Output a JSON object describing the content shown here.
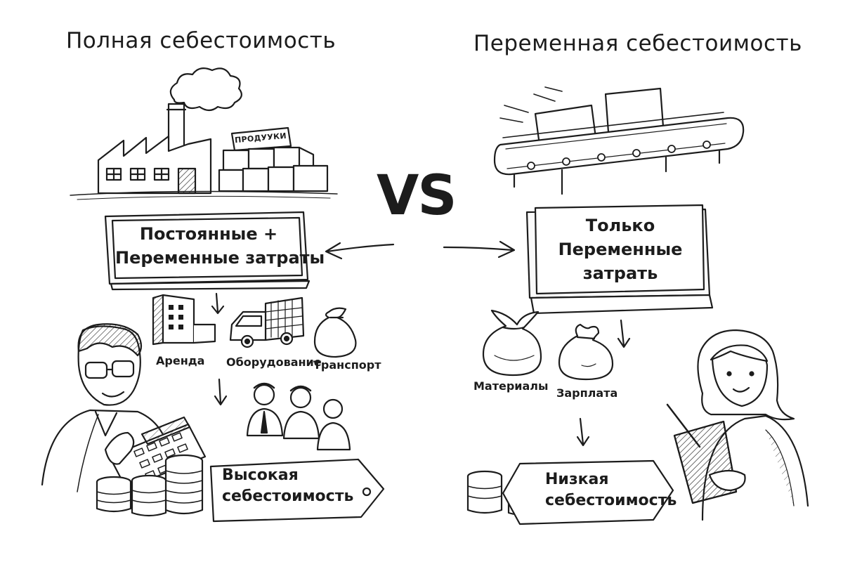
{
  "left": {
    "title": "Полная себестоимость",
    "crate_label": "ПРОДУУКИ",
    "box_line1": "Постоянные +",
    "box_line2": "Переменные затраты",
    "cost_items": [
      "Аренда",
      "Оборудование",
      "Транспорт"
    ],
    "result_line1": "Высокая",
    "result_line2": "себестоимость"
  },
  "vs": "VS",
  "right": {
    "title": "Переменная себестоимость",
    "box_line1": "Только",
    "box_line2": "Переменные",
    "box_line3": "затрать",
    "cost_items": [
      "Материалы",
      "Зарплата"
    ],
    "result_line1": "Низкая",
    "result_line2": "себестоимость"
  }
}
